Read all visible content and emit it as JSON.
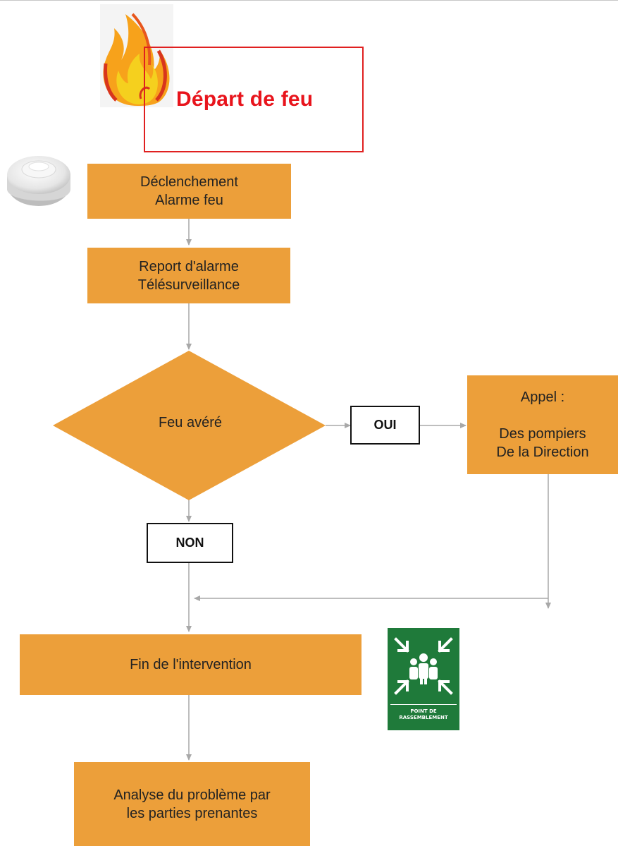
{
  "title": "Départ de feu",
  "nodes": {
    "trigger": "Déclenchement\nAlarme feu",
    "report": "Report d'alarme\nTélésurveillance",
    "decision": "Feu avéré",
    "call": "Appel :\n\nDes pompiers\nDe la Direction",
    "end": "Fin de l'intervention",
    "analysis": "Analyse du problème par\nles parties prenantes"
  },
  "labels": {
    "yes": "OUI",
    "no": "NON"
  },
  "sign": {
    "text": "POINT DE\nRASSEMBLEMENT"
  },
  "colors": {
    "box": "#ec9f3a",
    "title": "#e8141c",
    "sign_green": "#1f7a3a",
    "connector": "#a8a8a8"
  },
  "icons": [
    "flame-icon",
    "smoke-detector-icon",
    "assembly-point-sign-icon"
  ]
}
